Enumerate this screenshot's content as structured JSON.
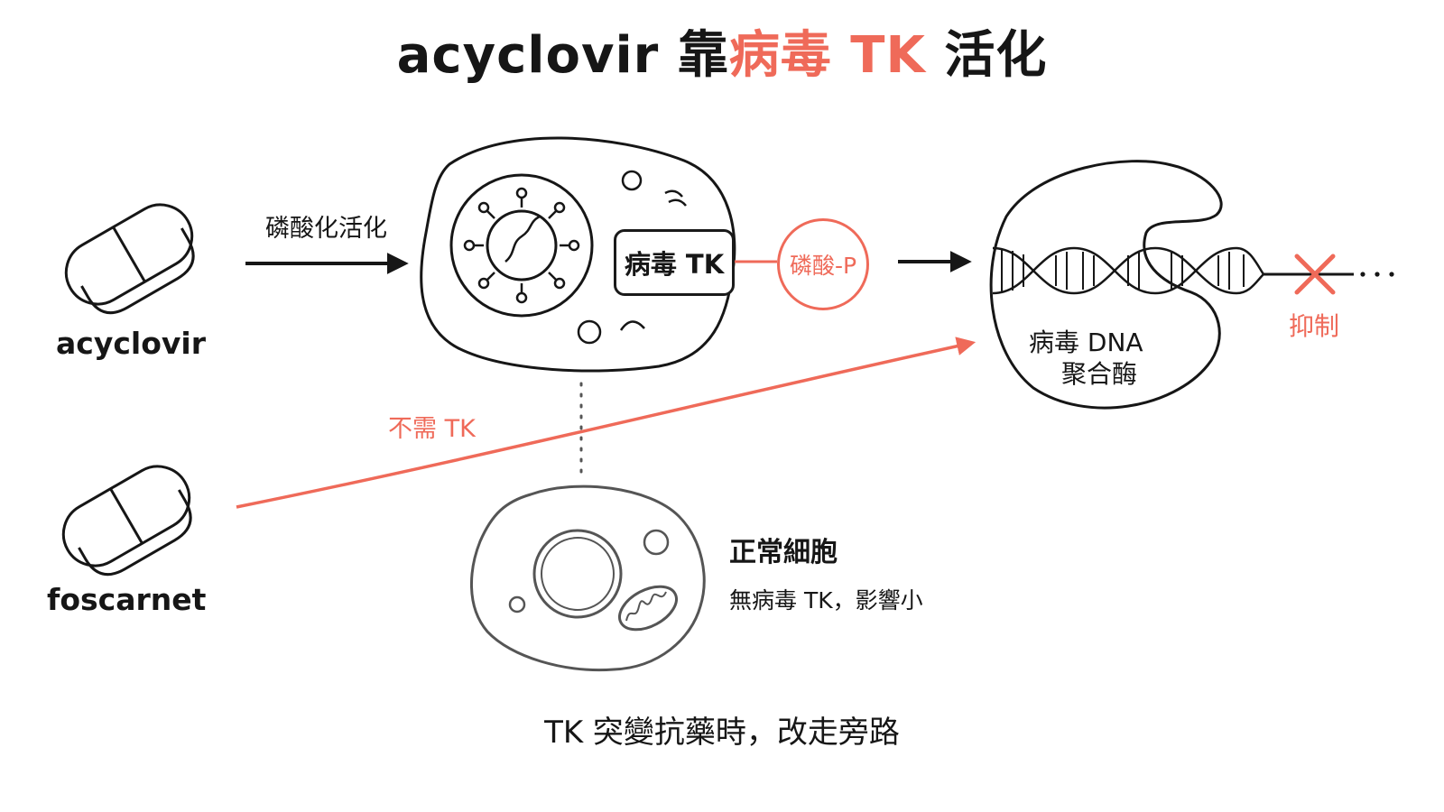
{
  "title": {
    "prefix": "acyclovir 靠",
    "accent": "病毒 TK",
    "suffix": " 活化"
  },
  "drugs": {
    "top": "acyclovir",
    "bottom": "foscarnet"
  },
  "arrow_labels": {
    "activation": "磷酸化活化",
    "no_tk": "不需 TK"
  },
  "infected_cell": {
    "enzyme_label": "病毒 TK",
    "product_label": "磷酸-P"
  },
  "polymerase": {
    "line1": "病毒 DNA",
    "line2": "聚合酶",
    "inhibit_label": "抑制"
  },
  "normal_cell": {
    "title": "正常細胞",
    "note": "無病毒 TK，影響小"
  },
  "footer": "TK 突變抗藥時，改走旁路",
  "colors": {
    "accent": "#ef6a59",
    "ink": "#161616",
    "gray": "#555555"
  }
}
